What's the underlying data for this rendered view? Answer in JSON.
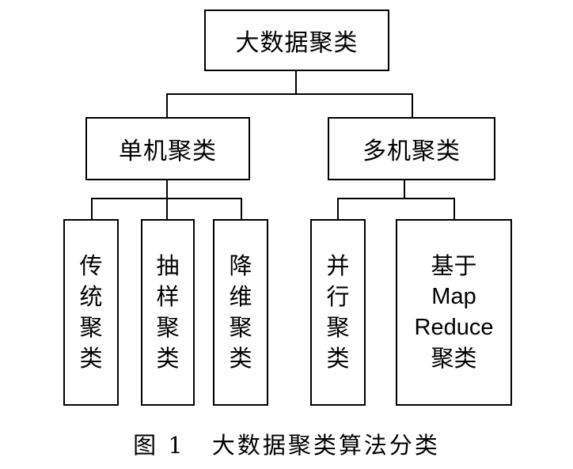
{
  "diagram": {
    "root": {
      "label": "大数据聚类"
    },
    "branches": [
      {
        "label": "单机聚类",
        "children": [
          {
            "lines": [
              "传",
              "统",
              "聚",
              "类"
            ]
          },
          {
            "lines": [
              "抽",
              "样",
              "聚",
              "类"
            ]
          },
          {
            "lines": [
              "降",
              "维",
              "聚",
              "类"
            ]
          }
        ]
      },
      {
        "label": "多机聚类",
        "children": [
          {
            "lines": [
              "并",
              "行",
              "聚",
              "类"
            ]
          },
          {
            "lines": [
              "基于",
              "Map",
              "Reduce",
              "聚类"
            ]
          }
        ]
      }
    ]
  },
  "caption": {
    "figure_label": "图 1",
    "title": "大数据聚类算法分类"
  }
}
